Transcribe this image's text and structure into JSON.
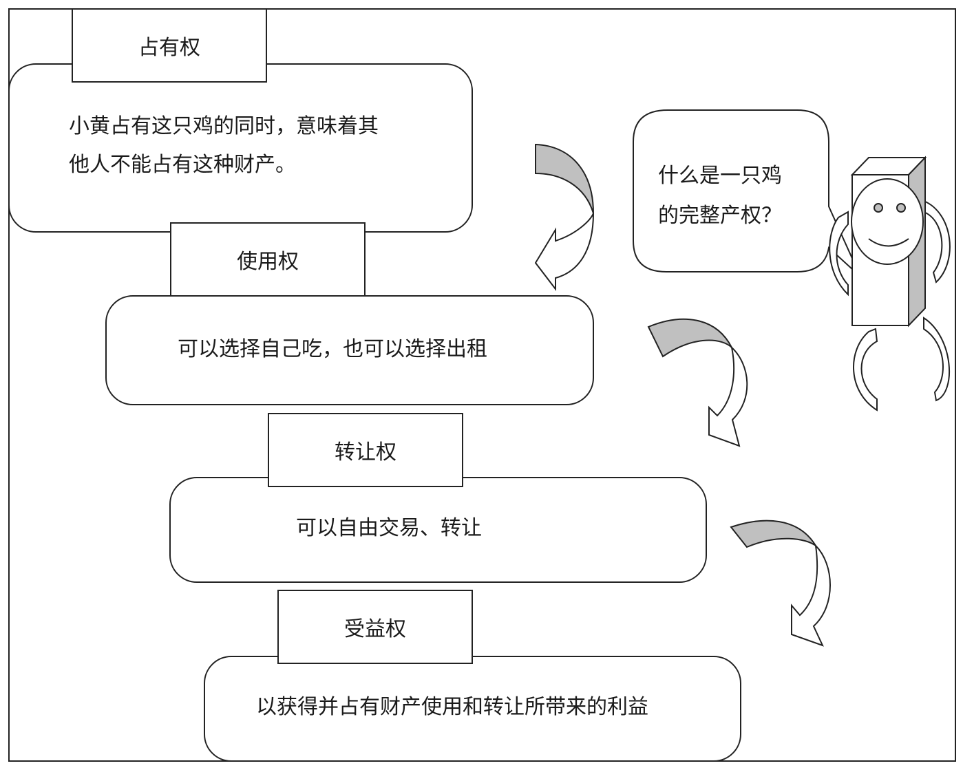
{
  "rights": [
    {
      "title": "占有权",
      "lines": [
        "小黄占有这只鸡的同时，意味着其",
        "他人不能占有这种财产。"
      ]
    },
    {
      "title": "使用权",
      "lines": [
        "可以选择自己吃，也可以选择出租"
      ]
    },
    {
      "title": "转让权",
      "lines": [
        "可以自由交易、转让"
      ]
    },
    {
      "title": "受益权",
      "lines": [
        "以获得并占有财产使用和转让所带来的利益"
      ]
    }
  ],
  "speech": {
    "lines": [
      "什么是一只鸡",
      "的完整产权？"
    ]
  },
  "colors": {
    "line": "#222222",
    "arrow_fill": "#c0c0c0",
    "face_side": "#c0c0c0"
  }
}
